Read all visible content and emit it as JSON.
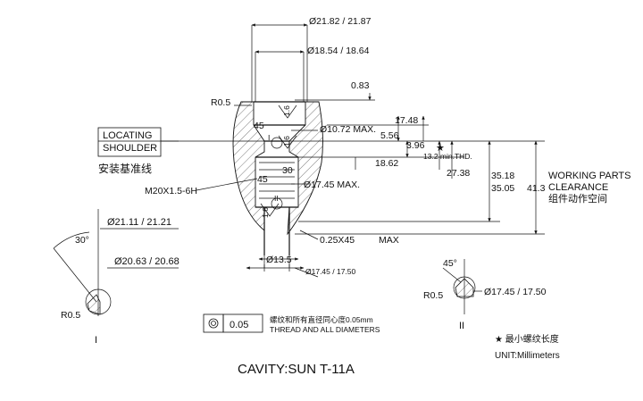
{
  "title": "CAVITY:SUN T-11A",
  "dimensions": {
    "d_21_82": "Ø21.82 / 21.87",
    "d_18_54": "Ø18.54 / 18.64",
    "r_top": "R0.5",
    "v_0_83": "0.83",
    "v_17_48": "17.48",
    "ang_45_top": "45",
    "surf_16_a": "1.6",
    "d_10_72": "Ø10.72 MAX.",
    "v_5_56": "5.56",
    "v_3_96": "3.96",
    "thd": "13.2 min.THD.",
    "star": "★",
    "surf_16_b": "1.6",
    "ang_30": "30",
    "v_18_62": "18.62",
    "ang_45_mid": "45",
    "v_27_38": "27.38",
    "v_35_18": "35.18",
    "v_35_05": "35.05",
    "v_41_3": "41.3",
    "d_17_45_max": "Ø17.45 MAX.",
    "thread": "M20X1.5-6H",
    "surf_16_c": "1.6",
    "chamfer": "0.25X45",
    "chamfer_max": "MAX",
    "d_13_5": "Ø13.5",
    "d_17_45_bottom": "Ø17.45 / 17.50",
    "roman_1_mid": "I",
    "roman_2_mid": "II"
  },
  "locating_shoulder": {
    "line1": "LOCATING",
    "line2": "SHOULDER",
    "cn": "安装基准线"
  },
  "working_parts": {
    "line1": "WORKING PARTS",
    "line2": "CLEARANCE",
    "cn": "组件动作空间"
  },
  "detail_1": {
    "angle": "30°",
    "d1": "Ø21.11 / 21.21",
    "d2": "Ø20.63 / 20.68",
    "radius": "R0.5",
    "label": "I"
  },
  "detail_2": {
    "angle": "45°",
    "radius": "R0.5",
    "diameter": "Ø17.45 / 17.50",
    "label": "II"
  },
  "concentricity": {
    "value": "0.05",
    "cn": "螺纹和所有直径同心度0.05mm",
    "en": "THREAD AND ALL DIAMETERS"
  },
  "notes": {
    "star_note": "★ 最小螺纹长度",
    "unit": "UNIT:Millimeters"
  }
}
